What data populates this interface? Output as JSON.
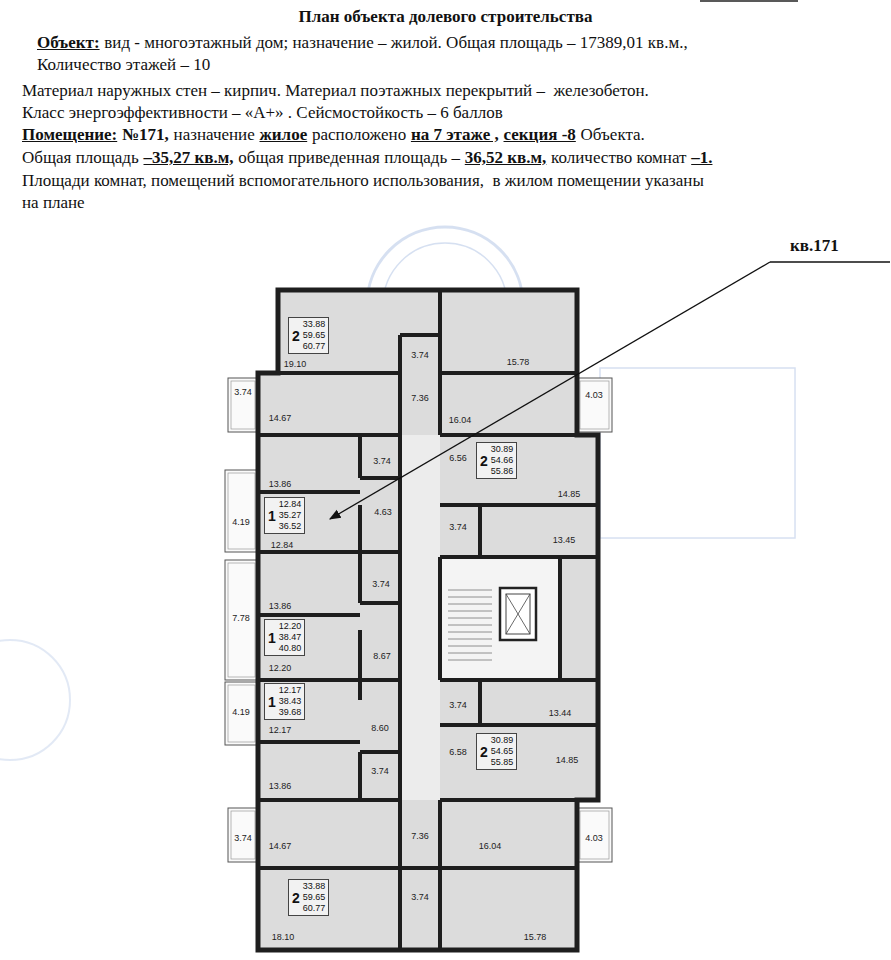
{
  "diagram": {
    "title": "План объекта долевого строительства",
    "nodes": [
      {
        "text": [
          "2",
          "33.88",
          "59.65",
          "60.77"
        ]
      },
      {
        "text": [
          "2",
          "30.89",
          "54.66",
          "55.86"
        ]
      },
      {
        "text": [
          "1",
          "12.84",
          "35.27",
          "36.52"
        ]
      },
      {
        "text": [
          "1",
          "12.20",
          "38.47",
          "40.80"
        ]
      },
      {
        "text": [
          "1",
          "12.17",
          "38.43",
          "39.68"
        ]
      },
      {
        "text": [
          "2",
          "30.89",
          "54.65",
          "55.85"
        ]
      },
      {
        "text": [
          "2",
          "33.88",
          "59.65",
          "60.77"
        ]
      }
    ],
    "labels": [
      "Объект:",
      "вид - многоэтажный дом; назначение – жилой. Общая площадь – 17389,01 кв.м.,",
      "Количество этажей – 10",
      "Материал наружных стен – кирпич. Материал поэтажных перекрытий –  железобетон.",
      "Класс энергоэффективности – «А+» . Сейсмостойкость – 6 баллов",
      "Помещение:",
      "№171,",
      "назначение",
      "жилое",
      "расположено",
      "на 7 этаже ,",
      "секция -8",
      "Объекта.",
      "Общая площадь",
      "–35,27 кв.м,",
      "общая приведенная площадь –",
      "36,52 кв.м,",
      "количество комнат",
      "–1.",
      "Площади комнат, помещений вспомогательного использования,  в жилом помещении указаны",
      "на плане",
      "кв.171",
      "3.74",
      "19.10",
      "15.78",
      "3.74",
      "7.36",
      "4.03",
      "14.67",
      "16.04",
      "3.74",
      "6.56",
      "13.86",
      "4.63",
      "14.85",
      "4.19",
      "3.74",
      "12.84",
      "13.45",
      "3.74",
      "13.86",
      "7.78",
      "8.67",
      "12.20",
      "3.74",
      "4.19",
      "13.44",
      "12.17",
      "8.60",
      "6.58",
      "14.85",
      "3.74",
      "13.86",
      "3.74",
      "7.36",
      "4.03",
      "14.67",
      "16.04",
      "3.74",
      "18.10",
      "15.78"
    ]
  }
}
